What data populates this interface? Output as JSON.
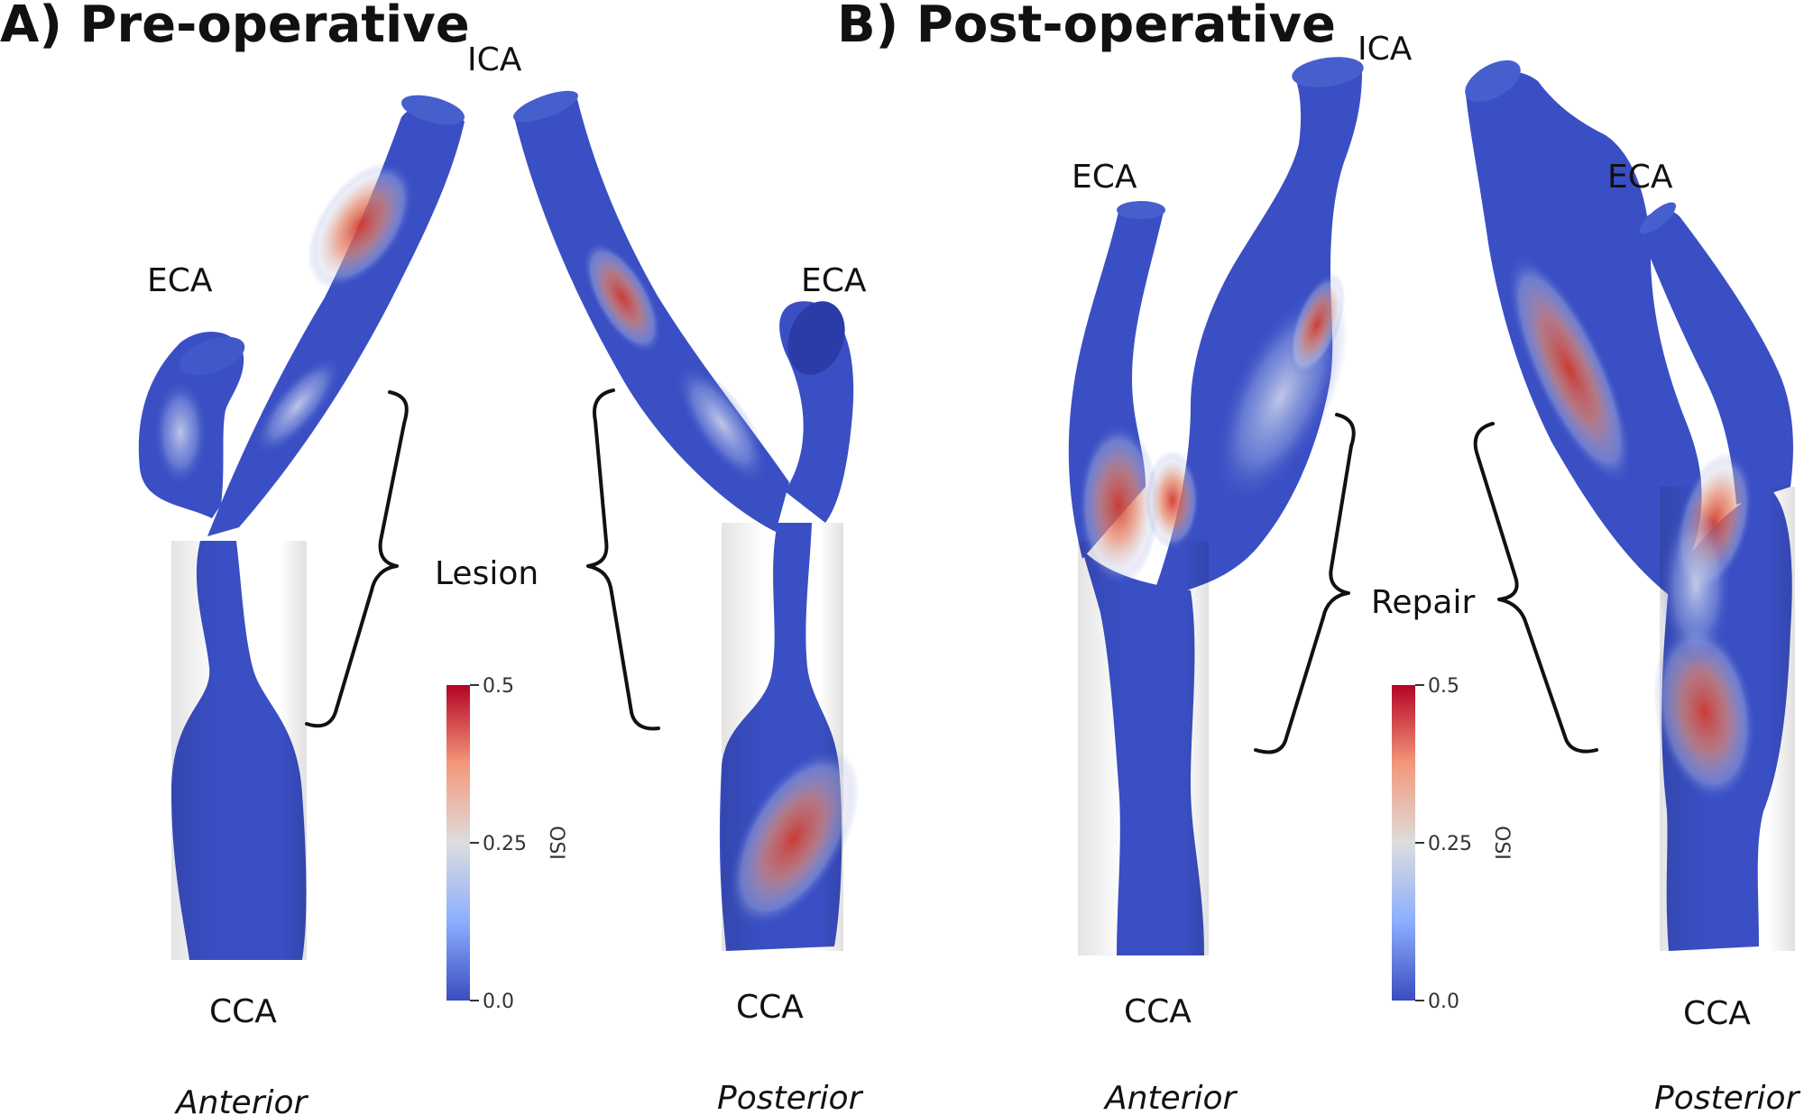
{
  "panels": {
    "pre": {
      "title": "A) Pre-operative",
      "labels": {
        "ica": "ICA",
        "eca_anterior": "ECA",
        "eca_posterior": "ECA",
        "cca_anterior": "CCA",
        "cca_posterior": "CCA"
      },
      "region_label": "Lesion",
      "views": {
        "anterior": "Anterior",
        "posterior": "Posterior"
      }
    },
    "post": {
      "title": "B) Post-operative",
      "labels": {
        "ica": "ICA",
        "eca_anterior": "ECA",
        "eca_posterior": "ECA",
        "cca_anterior": "CCA",
        "cca_posterior": "CCA"
      },
      "region_label": "Repair",
      "views": {
        "anterior": "Anterior",
        "posterior": "Posterior"
      }
    }
  },
  "colorbar": {
    "title": "OSI",
    "ticks": [
      "0.5",
      "0.25",
      "0.0"
    ],
    "colors": {
      "low": "#3b4cc0",
      "mid": "#dddddd",
      "high": "#b40426"
    }
  },
  "colors": {
    "vessel_base": "#3a4fc4",
    "hotspot": "#d0372c"
  }
}
